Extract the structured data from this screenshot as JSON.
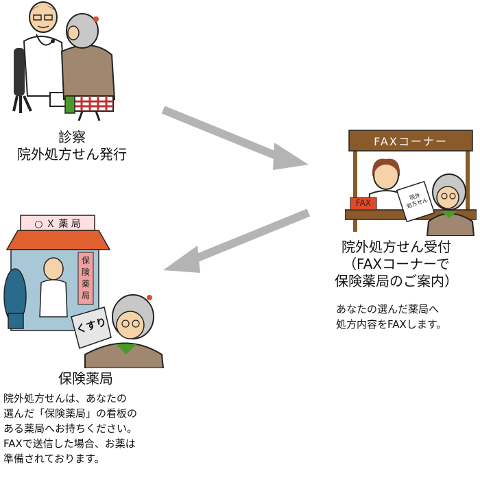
{
  "steps": [
    {
      "id": "consultation",
      "title_line1": "診察",
      "title_line2": "院外処方せん発行",
      "icon": "doctor-patient-illustration"
    },
    {
      "id": "fax-reception",
      "sign": "FAXコーナー",
      "machine_label": "FAX",
      "paper_line1": "院外",
      "paper_line2": "処方せん",
      "title_line1": "院外処方せん受付",
      "title_line2": "（FAXコーナーで",
      "title_line3": "保険薬局のご案内）",
      "desc_line1": "あなたの選んだ薬局へ",
      "desc_line2": "処方内容をFAXします。",
      "icon": "fax-corner-illustration"
    },
    {
      "id": "pharmacy",
      "sign": "○ Ｘ 薬 局",
      "banner_c1": "保",
      "banner_c2": "険",
      "banner_c3": "薬",
      "banner_c4": "局",
      "bag_label": "くすり",
      "title": "保険薬局",
      "desc_line1": "院外処方せんは、あなたの",
      "desc_line2": "選んだ「保険薬局」の看板の",
      "desc_line3": "ある薬局へお持ちください。",
      "desc_line4": "FAXで送信した場合、お薬は",
      "desc_line5": "準備されております。",
      "icon": "pharmacy-illustration"
    }
  ],
  "colors": {
    "arrow": "#b4b4b4",
    "coat_green": "#4a9a2a",
    "sign_brown": "#8b5a2b",
    "roof_orange": "#e06030",
    "fax_red": "#e04a2a"
  }
}
